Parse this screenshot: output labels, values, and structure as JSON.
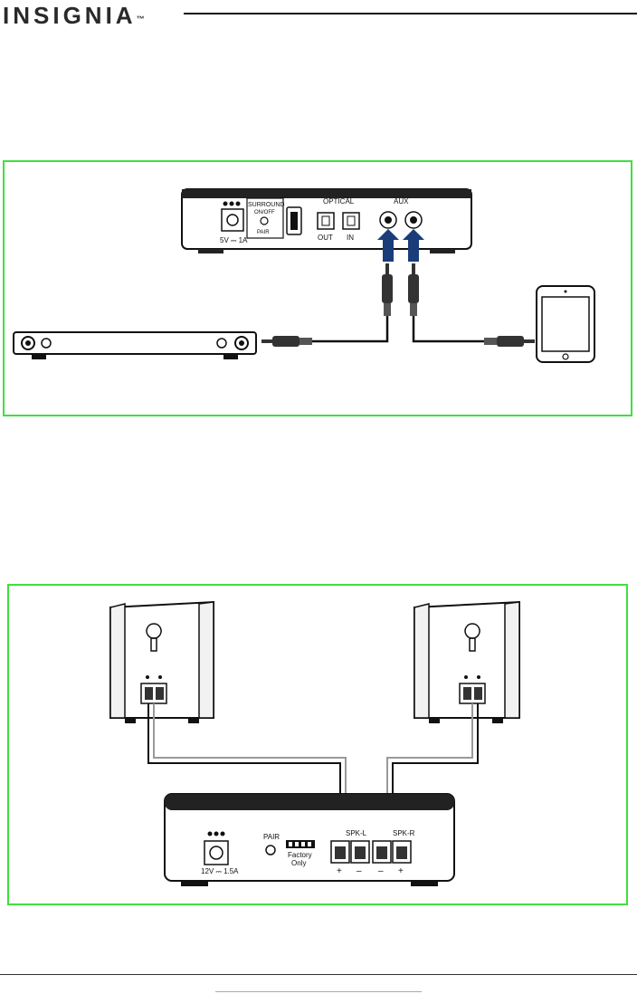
{
  "header": {
    "brand": "INSIGNIA",
    "trademark": "™"
  },
  "figure1": {
    "labels": {
      "surround": "SURROUND",
      "onoff": "ON/OFF",
      "pair": "PAIR",
      "optical": "OPTICAL",
      "out": "OUT",
      "in": "IN",
      "aux": "AUX",
      "power": "5V ⎓ 1A"
    }
  },
  "figure2": {
    "labels": {
      "pair": "PAIR",
      "factory": "Factory",
      "only": "Only",
      "spk_l": "SPK-L",
      "spk_r": "SPK-R",
      "power": "12V ⎓ 1.5A",
      "plus_left": "+",
      "minus_left": "–",
      "minus_right": "–",
      "plus_right": "+"
    }
  }
}
